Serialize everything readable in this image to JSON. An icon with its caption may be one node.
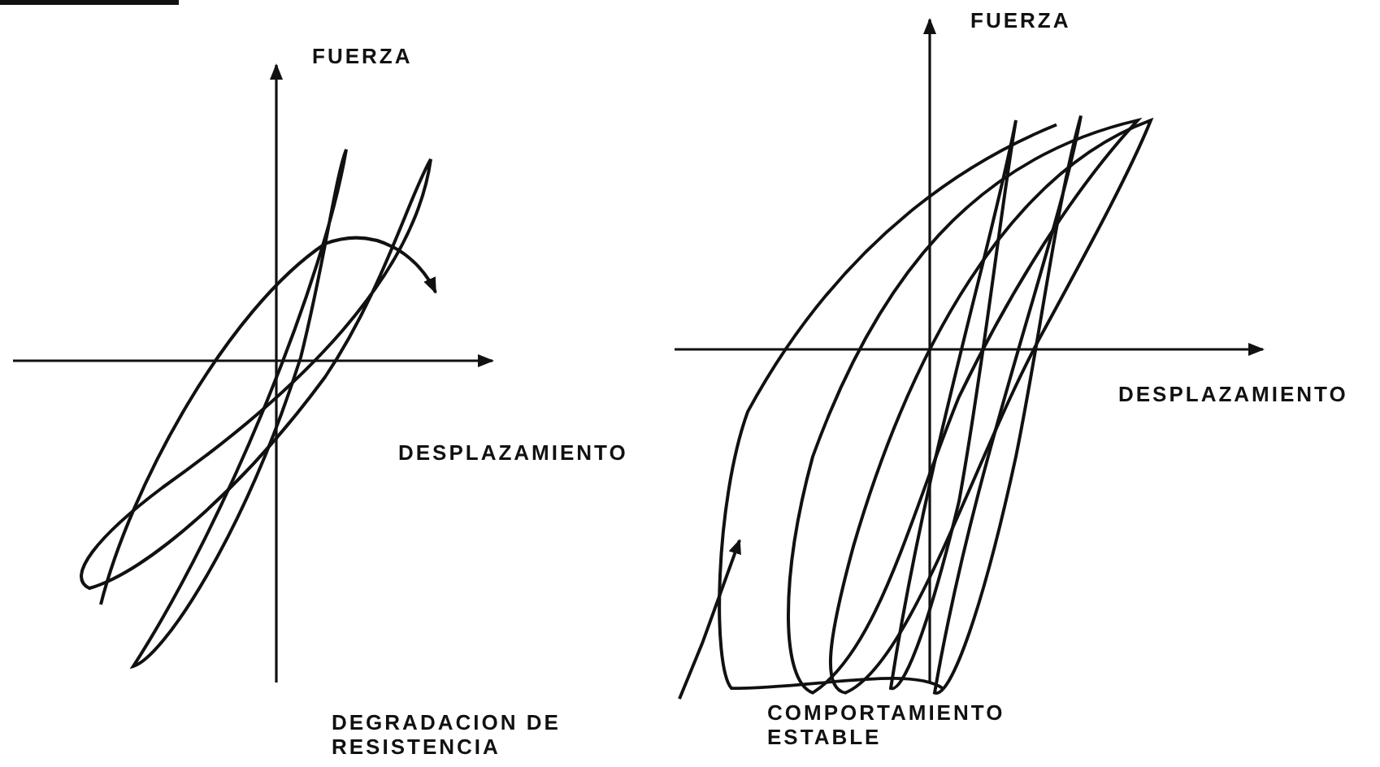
{
  "diagram": {
    "labels": [
      "FUERZA",
      "DESPLAZAMIENTO",
      "DEGRADACION DE RESISTENCIA",
      "FUERZA",
      "DESPLAZAMIENTO",
      "COMPORTAMIENTO ESTABLE"
    ]
  }
}
